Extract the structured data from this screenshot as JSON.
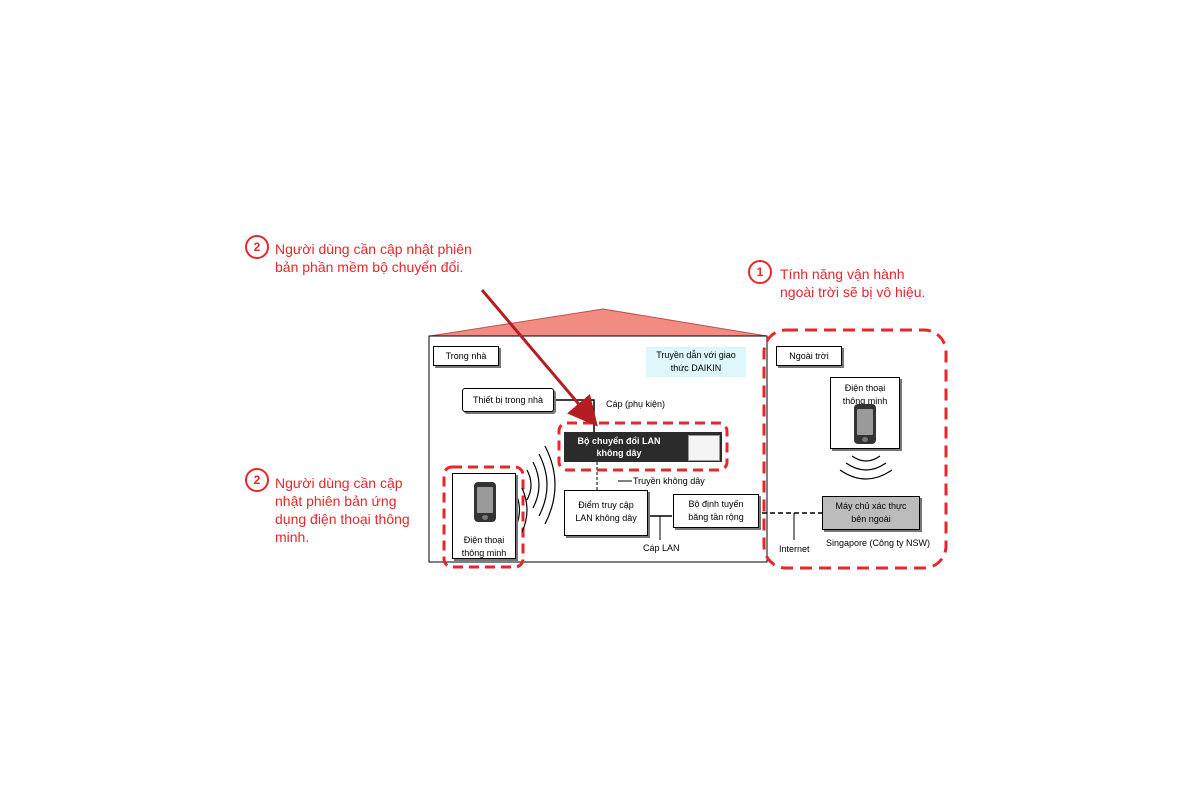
{
  "callouts": [
    {
      "number": "2",
      "lines": [
        "Người dùng cần cập nhật phiên",
        "bản phần mềm bộ chuyển đổi."
      ]
    },
    {
      "number": "1",
      "lines": [
        "Tính năng vận hành",
        "ngoài trời sẽ bị vô hiệu."
      ]
    },
    {
      "number": "2",
      "lines": [
        "Người dùng cần cập",
        "nhật phiên bản ứng",
        "dụng điện thoại thông",
        "minh."
      ]
    }
  ],
  "indoor": {
    "title": "Trong nhà",
    "protocol": [
      "Truyền dẫn với giao",
      "thức DAIKIN"
    ],
    "indoor_unit": "Thiết bị trong nhà",
    "cable": "Cáp (phụ kiện)",
    "adapter": [
      "Bộ chuyển đổi LAN",
      "không dây"
    ],
    "wireless": "Truyền không dây",
    "access_point": [
      "Điểm truy cập",
      "LAN không dây"
    ],
    "router": [
      "Bộ định tuyến",
      "băng tần rộng"
    ],
    "lan_cable": "Cáp LAN",
    "phone": [
      "Điện thoại",
      "thông minh"
    ]
  },
  "outdoor": {
    "title": "Ngoài trời",
    "phone": [
      "Điện thoại",
      "thông minh"
    ],
    "server": [
      "Máy chủ xác thực",
      "bên ngoài"
    ],
    "internet": "Internet",
    "location": "Singapore (Công ty NSW)"
  },
  "colors": {
    "accent_red": "#e8262b",
    "roof": "#f28b82",
    "adapter_bg": "#2b2b2b",
    "protocol_bg": "#ddf7fa",
    "server_bg": "#bcbcbc"
  }
}
